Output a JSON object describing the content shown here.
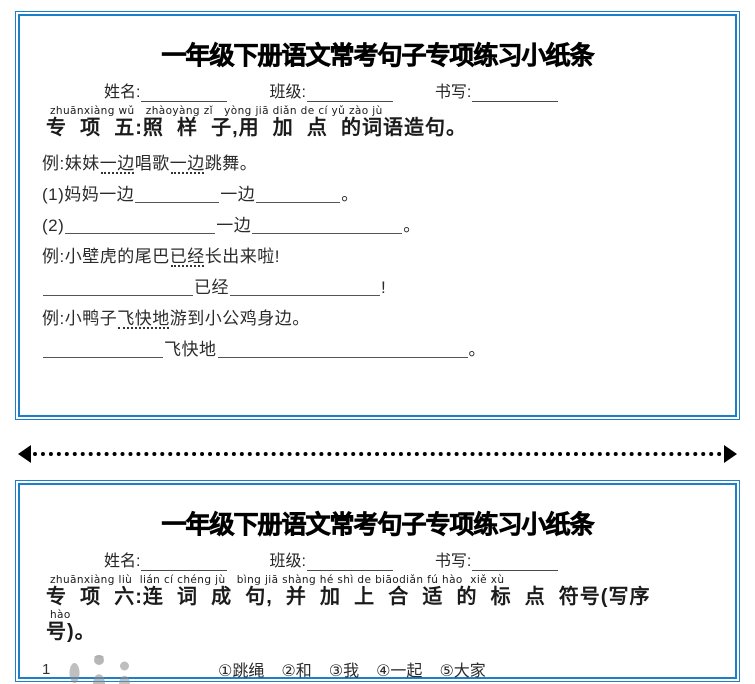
{
  "document": {
    "title": "一年级下册语文常考句子专项练习小纸条",
    "accent_color": "#1c7fc7",
    "text_color": "#2b2b2b"
  },
  "meta_fields": {
    "name_label": "姓名:",
    "class_label": "班级:",
    "writing_label": "书写:"
  },
  "card1": {
    "title": "一年级下册语文常考句子专项练习小纸条",
    "pinyin": "zhuānxiàng wǔ   zhàoyàng zǐ   yòng jiā diǎn de cí yǔ zào jù",
    "heading": "专  项  五:照  样  子,用  加  点  的词语造句。",
    "lines": [
      {
        "prefix": "例:妹妹",
        "dotted1": "一边",
        "mid": "唱歌",
        "dotted2": "一边",
        "suffix": "跳舞。"
      },
      {
        "prefix": "(1)妈妈一边",
        "blank1": 84,
        "mid": "一边",
        "blank2": 84,
        "suffix": "。"
      },
      {
        "prefix": "(2)",
        "blank1": 150,
        "mid": "一边",
        "blank2": 150,
        "suffix": "。"
      },
      {
        "prefix": "例:小壁虎的尾巴",
        "dotted1": "已经",
        "suffix": "长出来啦!"
      },
      {
        "prefix": "",
        "blank1": 150,
        "mid": "已经",
        "blank2": 150,
        "suffix": "!"
      },
      {
        "prefix": "例:小鸭子",
        "dotted1": "飞快地",
        "suffix": "游到小公鸡身边。"
      },
      {
        "prefix": "",
        "blank1": 120,
        "mid": "飞快地",
        "blank2": 250,
        "suffix": "。"
      }
    ]
  },
  "separator": {
    "left_arrow": "arrow-left-icon",
    "right_arrow": "arrow-right-icon",
    "style": "dotted"
  },
  "card2": {
    "title": "一年级下册语文常考句子专项练习小纸条",
    "pinyin_line1": "zhuānxiàng liù  lián cí chéng jù   bìng jiā shàng hé shì de biāodiǎn fú hào  xiě xù",
    "heading_line1": "专  项  六:连  词  成  句,  并  加  上  合  适  的  标  点  符号(写序",
    "pinyin_line2": "hào",
    "heading_line2": "号)。",
    "items": [
      {
        "number": "1",
        "figures": [
          "person-figure-icon",
          "person-figure-icon",
          "person-figure-icon"
        ],
        "choices": [
          "①跳绳",
          "②和",
          "③我",
          "④一起",
          "⑤大家"
        ]
      }
    ]
  }
}
